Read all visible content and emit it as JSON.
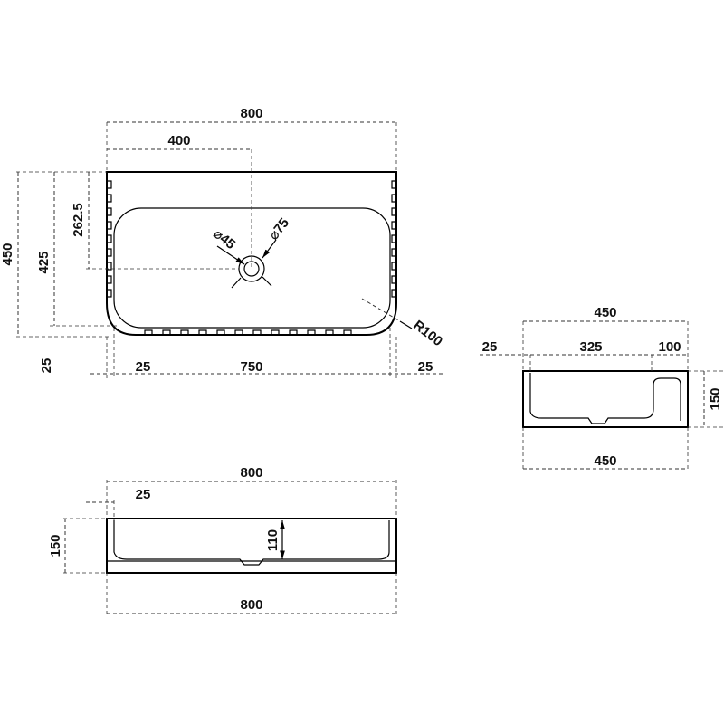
{
  "top_view": {
    "width_total": "800",
    "drain_offset": "400",
    "depth_total": "450",
    "depth_inner": "425",
    "drain_depth": "262.5",
    "drain_small": "⌀45",
    "drain_large": "⌀75",
    "radius": "R100",
    "rim_left": "25",
    "bowl_width": "750",
    "rim_right": "25",
    "rim_front": "25"
  },
  "side_view": {
    "width_top": "450",
    "wall_left": "25",
    "bowl_span": "325",
    "shelf": "100",
    "height": "150",
    "width_bottom": "450"
  },
  "front_view": {
    "width_top": "800",
    "wall": "25",
    "height": "150",
    "bowl_depth": "110",
    "width_bottom": "800"
  }
}
